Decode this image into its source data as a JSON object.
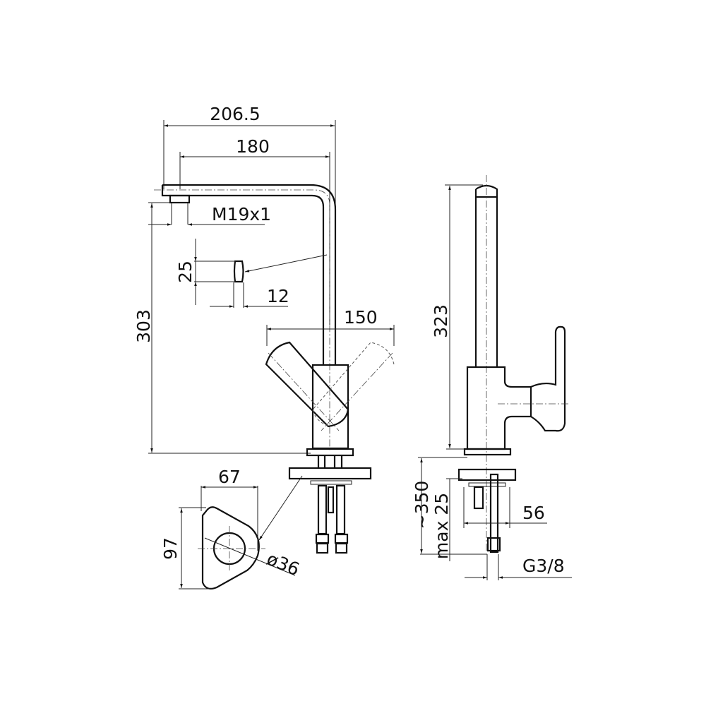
{
  "dimensions": {
    "total_reach": "206.5",
    "spout_reach": "180",
    "aerator_thread": "M19x1",
    "spout_section_height": "25",
    "spout_section_width": "12",
    "handle_swing": "150",
    "spout_height": "303",
    "total_height": "323",
    "plate_width": "67",
    "plate_length": "97",
    "hole_diameter": "ø36",
    "counter_thickness": "max 25",
    "hose_length": "~350",
    "base_diameter": "56",
    "connection_thread": "G3/8"
  }
}
